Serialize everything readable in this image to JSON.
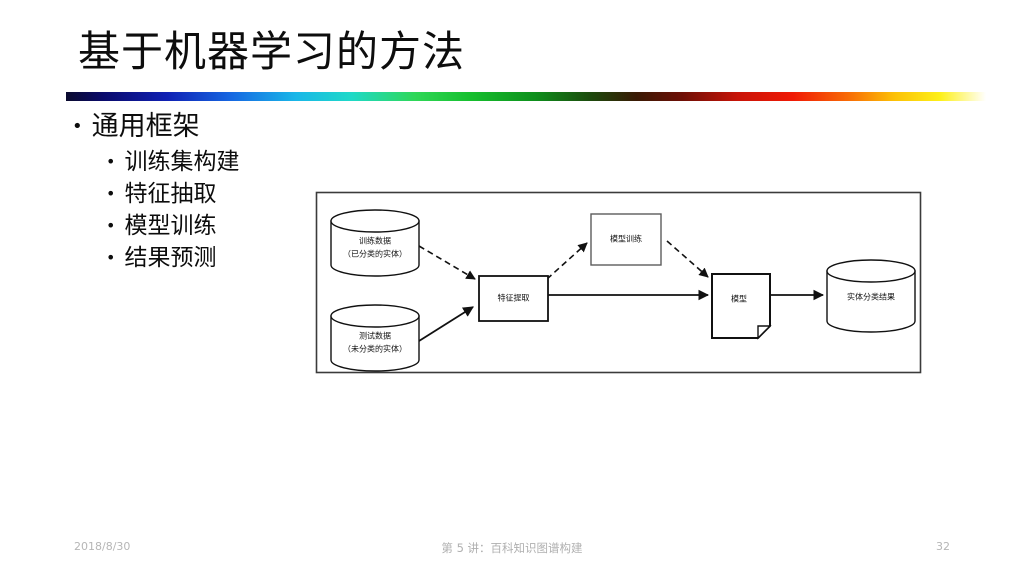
{
  "slide": {
    "title": "基于机器学习的方法",
    "accent_rule_colors": [
      "#0b0b2e",
      "#1021b4",
      "#19b7e8",
      "#2fd757",
      "#0e8f1c",
      "#6e0f06",
      "#f01a06",
      "#fcc006",
      "#fdf018",
      "#ffffff"
    ]
  },
  "bullets": {
    "level1": [
      {
        "marker": "•",
        "label": "通用框架"
      }
    ],
    "level2": [
      {
        "marker": "•",
        "label": "训练集构建"
      },
      {
        "marker": "•",
        "label": "特征抽取"
      },
      {
        "marker": "•",
        "label": "模型训练"
      },
      {
        "marker": "•",
        "label": "结果预测"
      }
    ]
  },
  "diagram": {
    "border_color": "#3a3a3a",
    "nodes": {
      "train_data_line1": "训练数据",
      "train_data_line2": "（已分类的实体）",
      "test_data_line1": "测试数据",
      "test_data_line2": "（未分类的实体）",
      "feature_extraction": "特征提取",
      "model_training": "模型训练",
      "model": "模型",
      "result": "实体分类结果"
    },
    "edges": [
      {
        "from": "训练数据",
        "to": "特征提取",
        "style": "dashed"
      },
      {
        "from": "测试数据",
        "to": "特征提取",
        "style": "solid"
      },
      {
        "from": "特征提取",
        "to": "模型训练",
        "style": "dashed"
      },
      {
        "from": "模型训练",
        "to": "模型",
        "style": "dashed"
      },
      {
        "from": "特征提取",
        "to": "模型",
        "style": "solid"
      },
      {
        "from": "模型",
        "to": "实体分类结果",
        "style": "solid"
      }
    ]
  },
  "footer": {
    "date": "2018/8/30",
    "center": "第 5 讲：百科知识图谱构建",
    "page": "32"
  }
}
